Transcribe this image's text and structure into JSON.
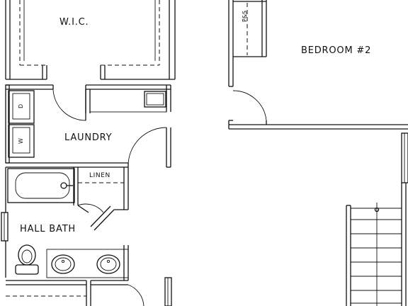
{
  "rooms": {
    "wic": "W.I.C.",
    "bedroom2": "BEDROOM #2",
    "laundry": "LAUNDRY",
    "linen": "LINEN",
    "hall_bath": "HALL BATH"
  },
  "fixtures": {
    "dryer": "D",
    "washer": "W",
    "pantry_shelf": "P&S"
  }
}
